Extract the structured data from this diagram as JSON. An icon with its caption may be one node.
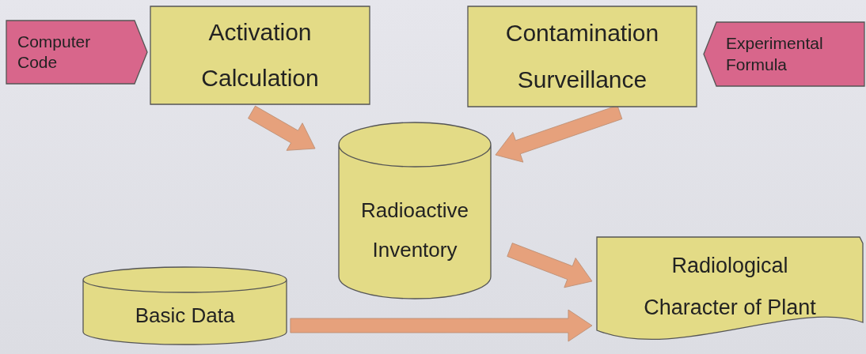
{
  "diagram": {
    "nodes": [
      {
        "text": [
          "Computer Code"
        ]
      },
      {
        "text": [
          "Activation Calculation"
        ]
      },
      {
        "text": [
          "Contamination Surveillance"
        ]
      },
      {
        "text": [
          "Experimental Formula"
        ]
      },
      {
        "text": [
          "Radioactive Inventory"
        ]
      },
      {
        "text": [
          "Basic Data"
        ]
      },
      {
        "text": [
          "Radiological Character of Plant"
        ]
      }
    ],
    "edges": [
      {
        "from": 1,
        "to": 4,
        "arrow": "to"
      },
      {
        "from": 2,
        "to": 4,
        "arrow": "to"
      },
      {
        "from": 4,
        "to": 6,
        "arrow": "to"
      },
      {
        "from": 5,
        "to": 6,
        "arrow": "to"
      }
    ]
  }
}
